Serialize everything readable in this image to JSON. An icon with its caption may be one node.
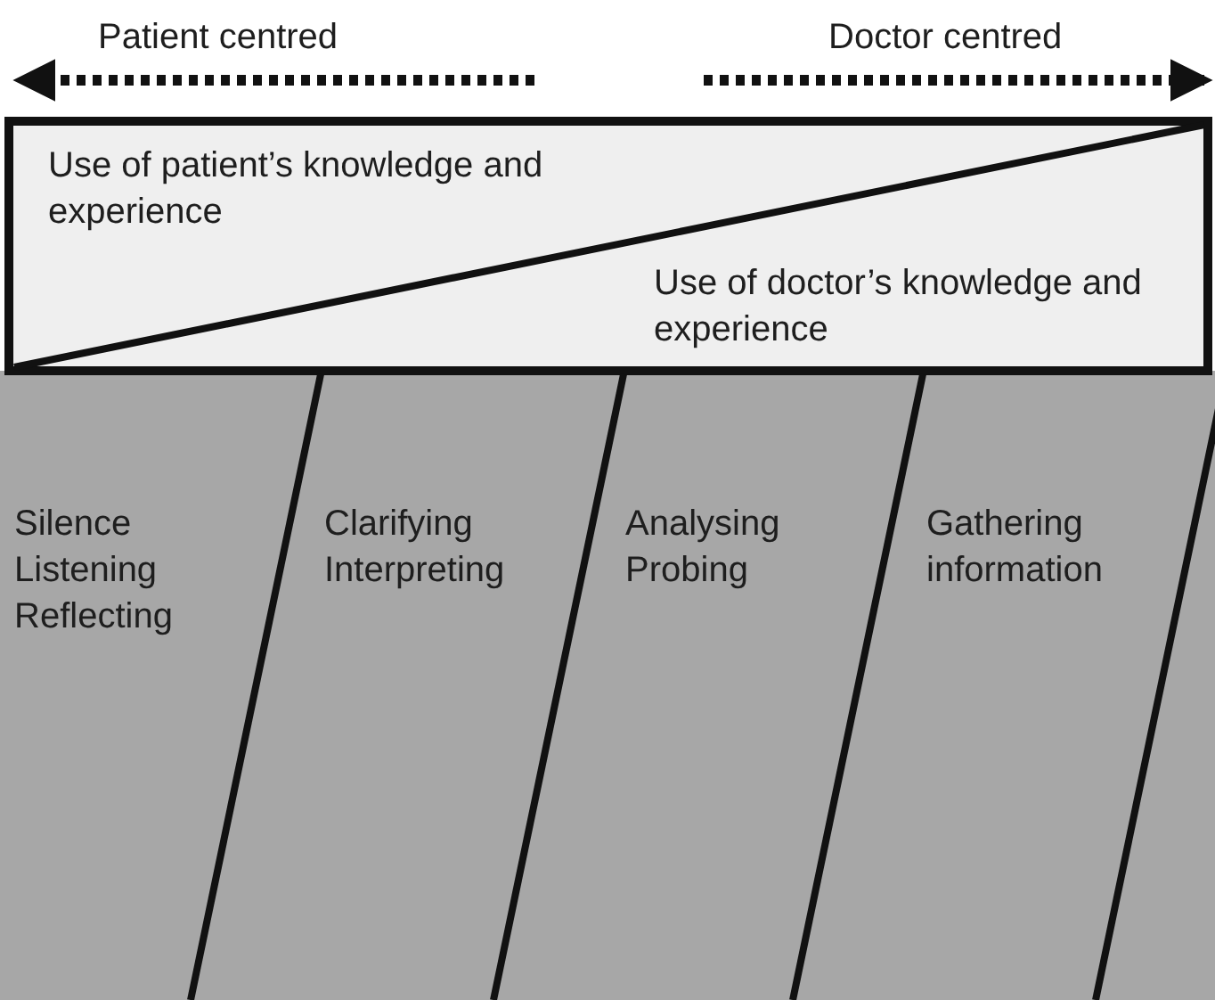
{
  "diagram": {
    "nodes": [
      {
        "text": [
          "Use of patient’s knowledge and experience"
        ]
      },
      {
        "text": [
          "Use of doctor’s knowledge and experience"
        ]
      },
      {
        "text": [
          "Silence",
          "Listening",
          "Reflecting"
        ]
      },
      {
        "text": [
          "Clarifying",
          "Interpreting"
        ]
      },
      {
        "text": [
          "Analysing",
          "Probing"
        ]
      },
      {
        "text": [
          "Gathering information"
        ]
      }
    ],
    "edges": [],
    "labels": [
      "Patient centred",
      "Doctor centred"
    ]
  }
}
